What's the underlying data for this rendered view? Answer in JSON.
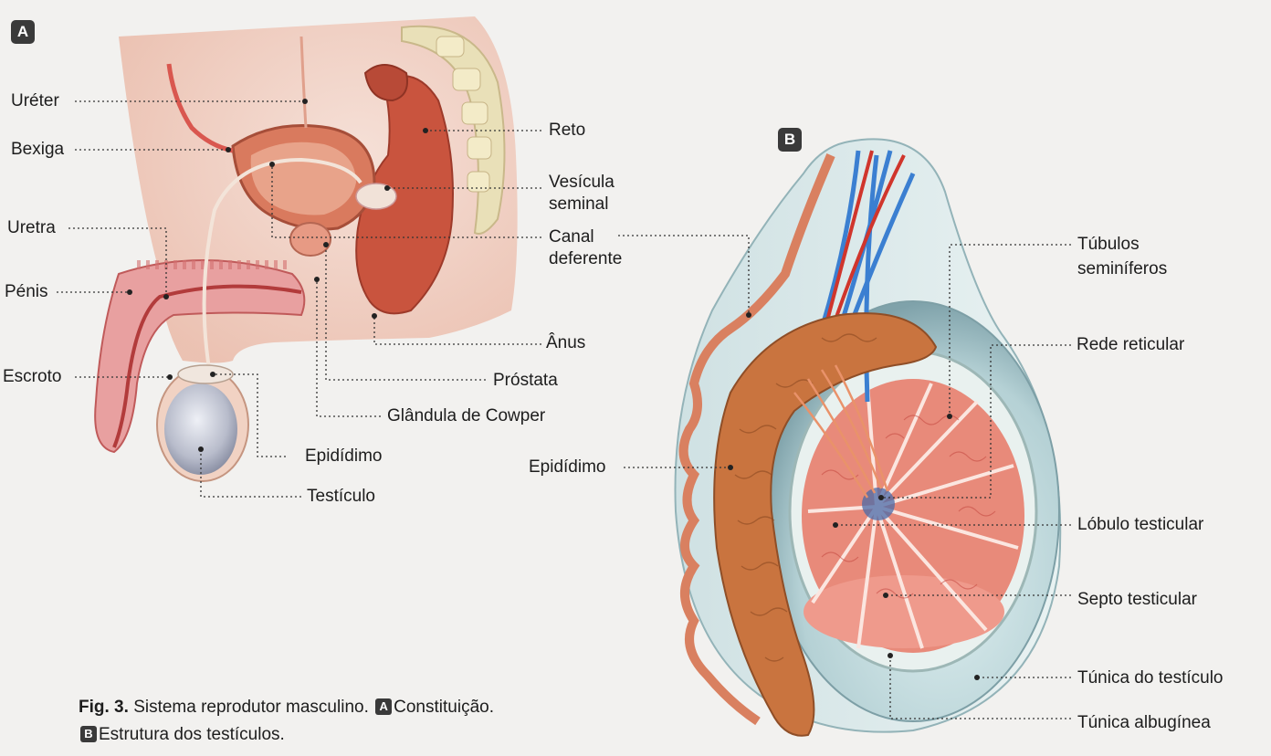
{
  "panel_a": {
    "badge": "A",
    "labels": {
      "ureter": "Uréter",
      "bexiga": "Bexiga",
      "uretra": "Uretra",
      "penis": "Pénis",
      "escroto": "Escroto",
      "reto": "Reto",
      "vesicula_line1": "Vesícula",
      "vesicula_line2": "seminal",
      "canal_line1": "Canal",
      "canal_line2": "deferente",
      "anus": "Ânus",
      "prostata": "Próstata",
      "cowper": "Glândula de Cowper",
      "epididimo": "Epidídimo",
      "testiculo": "Testículo"
    }
  },
  "panel_b": {
    "badge": "B",
    "labels": {
      "tubulos_line1": "Túbulos",
      "tubulos_line2": "seminíferos",
      "rede": "Rede reticular",
      "epididimo": "Epidídimo",
      "lobulo": "Lóbulo testicular",
      "septo": "Septo testicular",
      "tunica_testiculo": "Túnica do testículo",
      "tunica_albuginea": "Túnica albugínea"
    }
  },
  "caption": {
    "fig": "Fig. 3.",
    "text1": "Sistema reprodutor masculino.",
    "badge_a": "A",
    "text2": "Constituição.",
    "badge_b": "B",
    "text3": "Estrutura dos testículos."
  },
  "colors": {
    "tissue_light": "#f3c9b8",
    "tissue_red": "#d9574f",
    "muscle": "#c9543e",
    "bone": "#e9e0b8",
    "epididymis": "#c9743f",
    "tubule": "#e88a7a",
    "vein": "#3b7fd1",
    "artery": "#d0352c",
    "tunica": "#a9c7cc"
  }
}
